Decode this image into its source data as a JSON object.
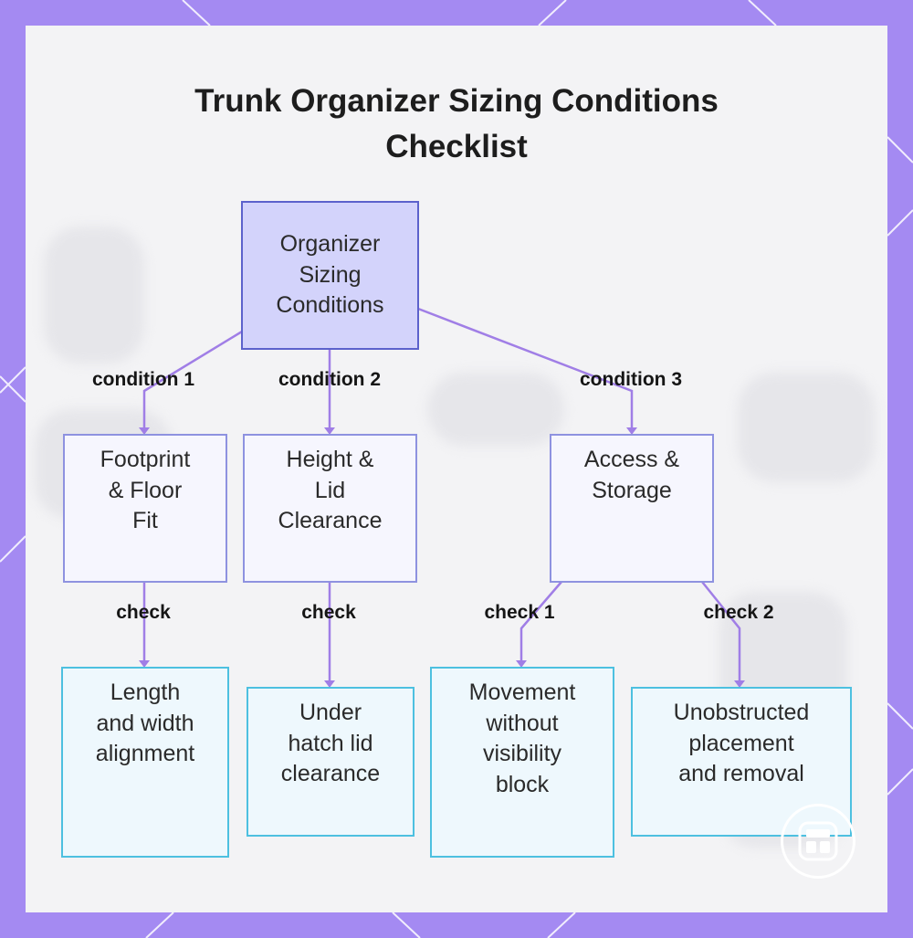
{
  "title": {
    "line1": "Trunk Organizer Sizing Conditions",
    "line2": "Checklist"
  },
  "root": {
    "lines": [
      "Organizer",
      "Sizing",
      "Conditions"
    ]
  },
  "conditions": [
    {
      "edge_label": "condition 1",
      "lines": [
        "Footprint",
        "& Floor",
        "Fit"
      ]
    },
    {
      "edge_label": "condition 2",
      "lines": [
        "Height &",
        "Lid",
        "Clearance"
      ]
    },
    {
      "edge_label": "condition 3",
      "lines": [
        "Access &",
        "Storage"
      ]
    }
  ],
  "checks": [
    {
      "edge_label": "check",
      "lines": [
        "Length",
        "and width",
        "alignment"
      ]
    },
    {
      "edge_label": "check",
      "lines": [
        "Under",
        "hatch lid",
        "clearance"
      ]
    },
    {
      "edge_label": "check 1",
      "lines": [
        "Movement",
        "without",
        "visibility",
        "block"
      ]
    },
    {
      "edge_label": "check 2",
      "lines": [
        "Unobstructed",
        "placement",
        "and removal"
      ]
    }
  ],
  "colors": {
    "frame": "#a48af2",
    "root_fill": "#d3d3fb",
    "root_border": "#5c62cc",
    "condition_border": "#8e92e0",
    "check_fill": "#eef8fd",
    "check_border": "#4dc0e0",
    "edge": "#a07ee6"
  },
  "logo_icon": "grid-logo-icon"
}
